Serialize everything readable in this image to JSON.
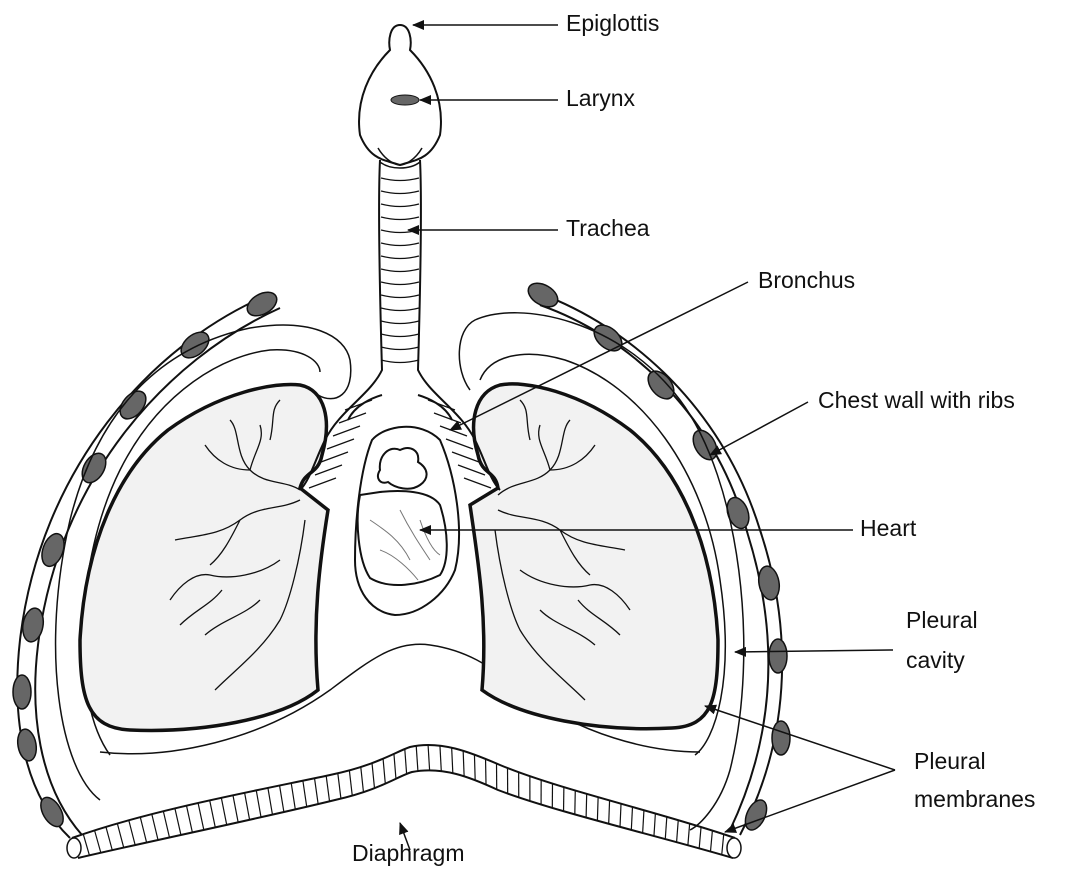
{
  "labels": {
    "epiglottis": "Epiglottis",
    "larynx": "Larynx",
    "trachea": "Trachea",
    "bronchus": "Bronchus",
    "chest_wall": "Chest wall with ribs",
    "heart": "Heart",
    "pleural_cavity_line1": "Pleural",
    "pleural_cavity_line2": "cavity",
    "pleural_membranes_line1": "Pleural",
    "pleural_membranes_line2": "membranes",
    "diaphragm": "Diaphragm"
  },
  "colors": {
    "outline": "#111111",
    "lung_fill": "#f2f2f2",
    "rib_fill": "#666666",
    "background": "#ffffff"
  }
}
